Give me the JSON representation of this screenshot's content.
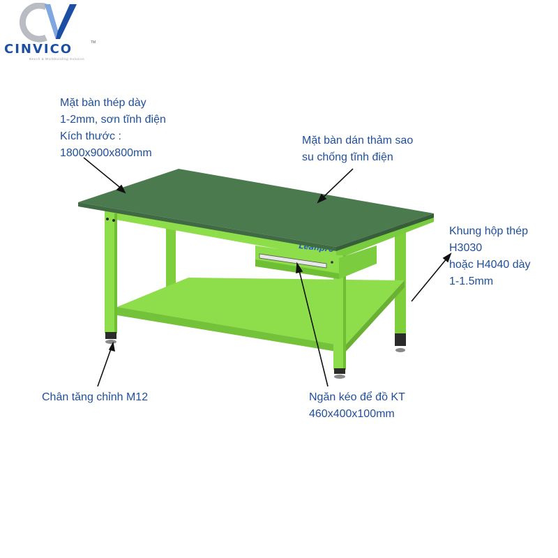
{
  "brand": {
    "name": "CINVICO",
    "trademark": "TM",
    "tagline": "Bench & Workbuilding Solution",
    "colors": {
      "dark": "#1c4fa3",
      "light": "#7fa8e0",
      "gray": "#b5b8bd"
    }
  },
  "product": {
    "drawer_brand": "Leanpro"
  },
  "callouts": {
    "tabletop": {
      "lines": [
        "Mặt bàn thép dày",
        "1-2mm, sơn tĩnh điện",
        "Kích thước :",
        "1800x900x800mm"
      ]
    },
    "mat": {
      "lines": [
        "Mặt bàn dán thảm sao",
        "su chống tĩnh điện"
      ]
    },
    "frame": {
      "lines": [
        "Khung hộp thép",
        "H3030",
        "hoặc H4040 dày",
        "1-1.5mm"
      ]
    },
    "leg": {
      "lines": [
        "Chân tăng chỉnh M12"
      ]
    },
    "drawer": {
      "lines": [
        "Ngăn kéo để đồ KT",
        "460x400x100mm"
      ]
    }
  },
  "colors": {
    "label_text": "#1f4f9a",
    "top_surface": "#4b7a4f",
    "frame_green": "#8ede4b",
    "frame_dark": "#6fbf34"
  }
}
